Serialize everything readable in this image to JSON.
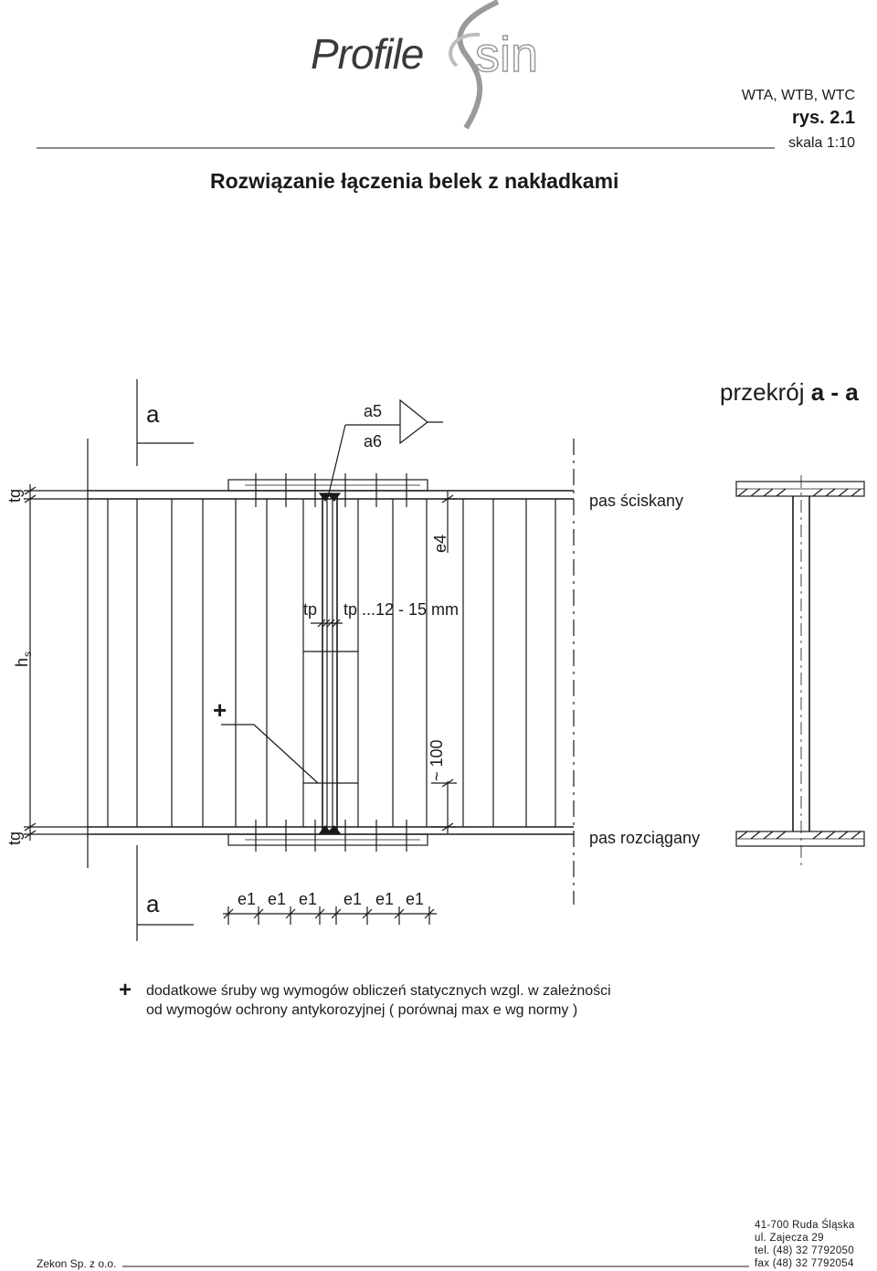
{
  "header": {
    "logo_text": "Profile",
    "logo_mark": "sin",
    "models": "WTA, WTB, WTC",
    "figure": "rys. 2.1",
    "scale": "skala 1:10"
  },
  "title": "Rozwiązanie łączenia belek z nakładkami",
  "drawing": {
    "section_mark_top": "a",
    "section_mark_bottom": "a",
    "weld_a5": "a5",
    "weld_a6": "a6",
    "dim_tg_top": "tg",
    "dim_tg_bottom": "tg",
    "dim_hs": "h",
    "dim_hs_sub": "s",
    "dim_e4": "e4",
    "dim_100": "~ 100",
    "tp_label_1": "tp",
    "tp_label_2": "tp",
    "tp_range": "...12 - 15 mm",
    "plus_marker": "+",
    "e1_labels": [
      "e1",
      "e1",
      "e1",
      "e1",
      "e1",
      "e1"
    ],
    "flange_compressed": "pas ściskany",
    "flange_tension": "pas rozciągany",
    "section_title_prefix": "przekrój ",
    "section_title_bold": "a - a"
  },
  "notes": {
    "plus": "+",
    "line1": "dodatkowe śruby wg wymogów obliczeń statycznych wzgl. w zależności",
    "line2": "od wymogów ochrony antykorozyjnej ( porównaj max e wg normy )"
  },
  "footer": {
    "company": "Zekon Sp. z o.o.",
    "address": [
      "41-700  Ruda  Śląska",
      "ul.    Zajecza    29",
      "tel.  (48)  32  7792050",
      "fax  (48)  32  7792054"
    ]
  }
}
